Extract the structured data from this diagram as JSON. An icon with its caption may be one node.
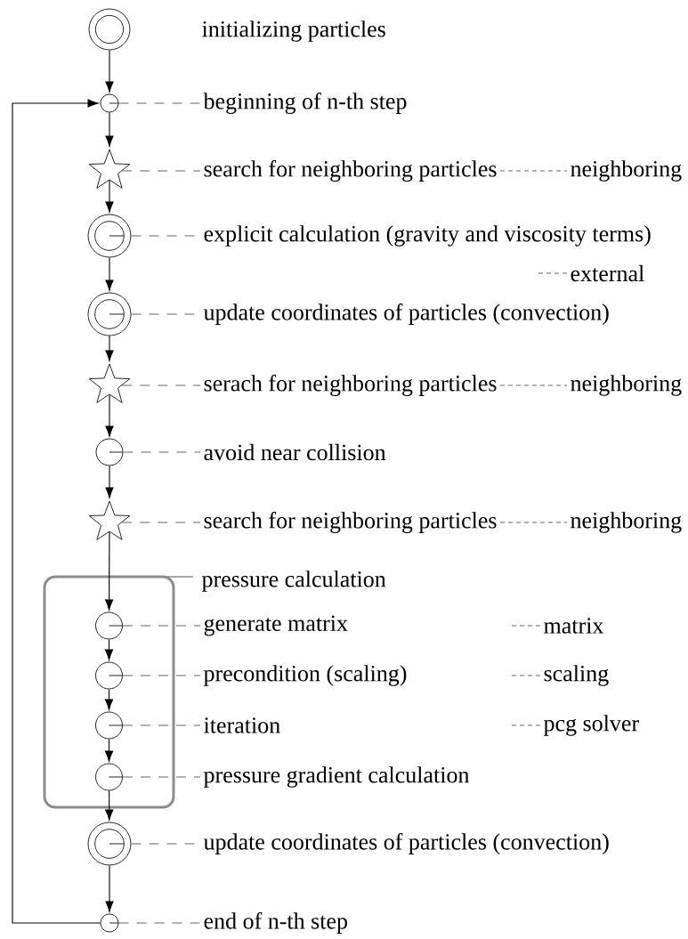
{
  "diagram": {
    "nodes": [
      {
        "text": [],
        "shape": "double-circle",
        "beside": [
          "initializing particles"
        ]
      },
      {
        "text": [],
        "shape": "circle"
      },
      {
        "text": [
          "beginning of n-th step"
        ]
      },
      {
        "text": [],
        "shape": "star"
      },
      {
        "text": [
          "search for neighboring particles"
        ]
      },
      {
        "text": [
          "neighboring"
        ]
      },
      {
        "text": [],
        "shape": "double-circle"
      },
      {
        "text": [
          "explicit calculation (gravity and viscosity terms)"
        ]
      },
      {
        "text": [
          "external"
        ]
      },
      {
        "text": [],
        "shape": "double-circle"
      },
      {
        "text": [
          "update coordinates of particles (convection)"
        ]
      },
      {
        "text": [],
        "shape": "star"
      },
      {
        "text": [
          "serach for neighboring particles"
        ]
      },
      {
        "text": [
          "neighboring"
        ]
      },
      {
        "text": [],
        "shape": "circle"
      },
      {
        "text": [
          "avoid near collision"
        ]
      },
      {
        "text": [],
        "shape": "star"
      },
      {
        "text": [
          "search for neighboring particles"
        ]
      },
      {
        "text": [
          "neighboring"
        ]
      },
      {
        "text": [
          "pressure calculation"
        ]
      },
      {
        "text": [],
        "shape": "circle",
        "in": 19
      },
      {
        "text": [
          "generate matrix"
        ]
      },
      {
        "text": [
          "matrix"
        ]
      },
      {
        "text": [],
        "shape": "circle",
        "in": 19
      },
      {
        "text": [
          "precondition (scaling)"
        ]
      },
      {
        "text": [
          "scaling"
        ]
      },
      {
        "text": [],
        "shape": "circle",
        "in": 19
      },
      {
        "text": [
          "iteration"
        ]
      },
      {
        "text": [
          "pcg solver"
        ]
      },
      {
        "text": [],
        "shape": "circle",
        "in": 19
      },
      {
        "text": [
          "pressure gradient calculation"
        ]
      },
      {
        "text": [],
        "shape": "double-circle"
      },
      {
        "text": [
          "update coordinates of particles (convection)"
        ]
      },
      {
        "text": [],
        "shape": "circle"
      },
      {
        "text": [
          "end of n-th step"
        ]
      }
    ],
    "edges": [
      {
        "from": 0,
        "to": 1,
        "arrow": "to",
        "color": "#000000"
      },
      {
        "from": 1,
        "to": 3,
        "arrow": "to",
        "color": "#000000"
      },
      {
        "from": 3,
        "to": 6,
        "arrow": "to",
        "color": "#000000"
      },
      {
        "from": 6,
        "to": 9,
        "arrow": "to",
        "color": "#000000"
      },
      {
        "from": 9,
        "to": 11,
        "arrow": "to",
        "color": "#000000"
      },
      {
        "from": 11,
        "to": 14,
        "arrow": "to",
        "color": "#000000"
      },
      {
        "from": 14,
        "to": 16,
        "arrow": "to",
        "color": "#000000"
      },
      {
        "from": 16,
        "to": 20,
        "arrow": "to",
        "color": "#000000"
      },
      {
        "from": 20,
        "to": 23,
        "arrow": "to",
        "color": "#000000"
      },
      {
        "from": 23,
        "to": 26,
        "arrow": "to",
        "color": "#000000"
      },
      {
        "from": 26,
        "to": 29,
        "arrow": "to",
        "color": "#000000"
      },
      {
        "from": 29,
        "to": 31,
        "arrow": "to",
        "color": "#000000"
      },
      {
        "from": 31,
        "to": 33,
        "arrow": "to",
        "color": "#000000"
      },
      {
        "from": 33,
        "to": 1,
        "arrow": "to",
        "color": "#000000"
      },
      {
        "from": 1,
        "to": 2,
        "arrow": "none",
        "style": "dashed"
      },
      {
        "from": 3,
        "to": 4,
        "arrow": "none",
        "style": "dashed"
      },
      {
        "from": 4,
        "to": 5,
        "arrow": "none",
        "style": "dashed"
      },
      {
        "from": 6,
        "to": 7,
        "arrow": "none",
        "style": "dashed"
      },
      {
        "from": null,
        "to": 8,
        "arrow": "none",
        "style": "dashed"
      },
      {
        "from": 9,
        "to": 10,
        "arrow": "none",
        "style": "dashed"
      },
      {
        "from": 11,
        "to": 12,
        "arrow": "none",
        "style": "dashed"
      },
      {
        "from": 12,
        "to": 13,
        "arrow": "none",
        "style": "dashed"
      },
      {
        "from": 14,
        "to": 15,
        "arrow": "none",
        "style": "dashed"
      },
      {
        "from": 16,
        "to": 17,
        "arrow": "none",
        "style": "dashed"
      },
      {
        "from": 17,
        "to": 18,
        "arrow": "none",
        "style": "dashed"
      },
      {
        "from": 20,
        "to": 21,
        "arrow": "none",
        "style": "dashed"
      },
      {
        "from": null,
        "to": 22,
        "arrow": "none",
        "style": "dashed"
      },
      {
        "from": 23,
        "to": 24,
        "arrow": "none",
        "style": "dashed"
      },
      {
        "from": null,
        "to": 25,
        "arrow": "none",
        "style": "dashed"
      },
      {
        "from": 26,
        "to": 27,
        "arrow": "none",
        "style": "dashed"
      },
      {
        "from": null,
        "to": 28,
        "arrow": "none",
        "style": "dashed"
      },
      {
        "from": 29,
        "to": 30,
        "arrow": "none",
        "style": "dashed"
      },
      {
        "from": 31,
        "to": 32,
        "arrow": "none",
        "style": "dashed"
      },
      {
        "from": 33,
        "to": 34,
        "arrow": "none",
        "style": "dashed"
      }
    ]
  }
}
